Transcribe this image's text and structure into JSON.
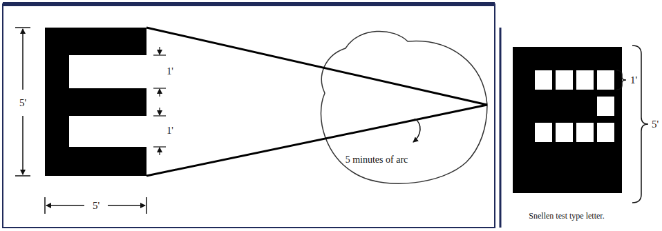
{
  "diagram": {
    "caption": "Snellen test type letter.",
    "labels": [
      "5'",
      "1'",
      "1'",
      "5 minutes of arc",
      "5'",
      "1'",
      "5'"
    ]
  }
}
